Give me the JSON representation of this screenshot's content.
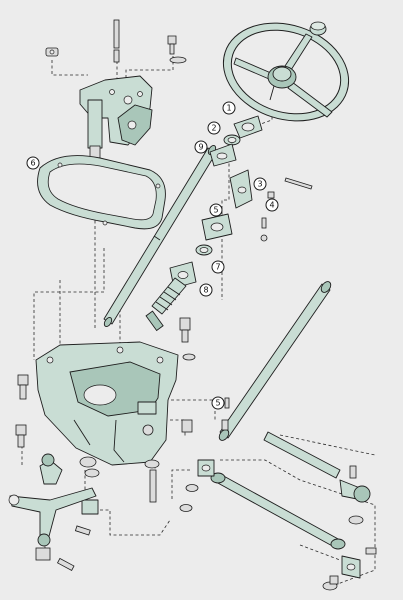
{
  "diagram": {
    "kind": "exploded-view",
    "palette": {
      "background": "#ececec",
      "part_fill": "#c9ddd4",
      "part_shadow": "#a9c6b9",
      "hardware": "#dcdcdc",
      "outline": "#1f1f1f"
    },
    "callouts": [
      "1",
      "2",
      "3",
      "4",
      "5",
      "6",
      "7",
      "8",
      "9",
      "5"
    ],
    "parts": [
      "steering-wheel",
      "horn-button",
      "steering-column-tube",
      "steering-shaft",
      "worm-gear",
      "steering-box-housing",
      "housing-cover-gasket",
      "sector-shaft-cover",
      "drag-link",
      "tie-rod",
      "pitman-arm",
      "idler-arm",
      "tie-rod-end"
    ]
  }
}
